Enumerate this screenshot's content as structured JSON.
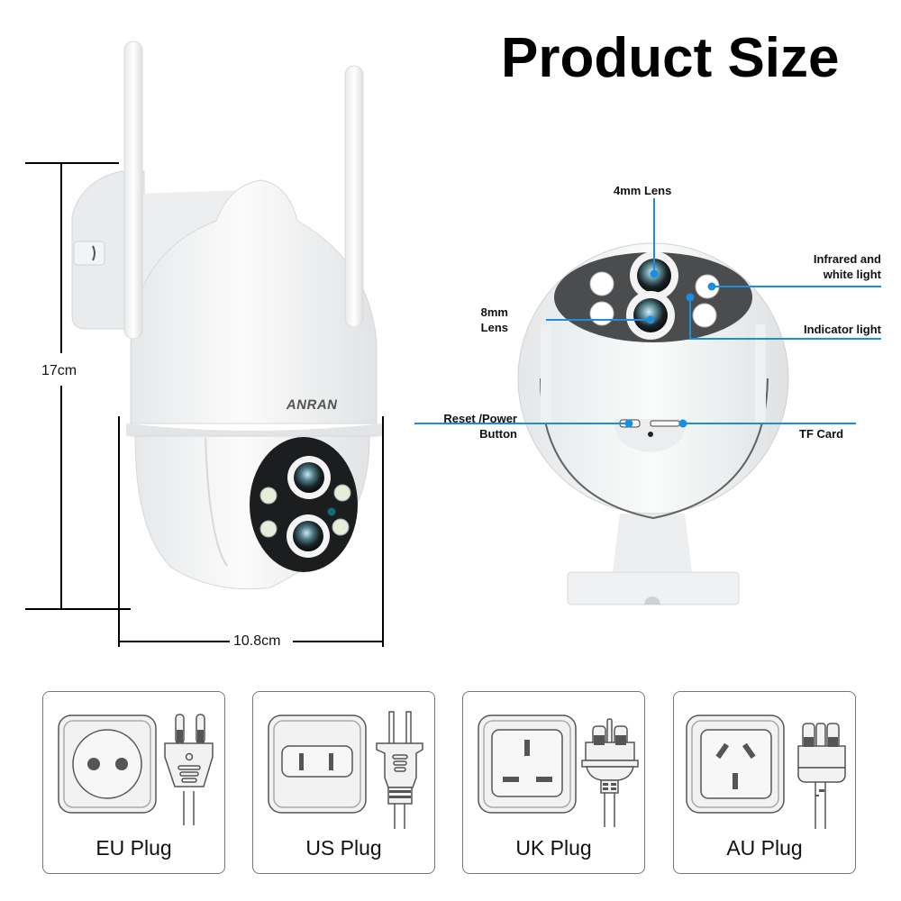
{
  "title": "Product Size",
  "dimensions": {
    "height": "17cm",
    "width": "10.8cm"
  },
  "brand_logo": "ANRAN",
  "callouts": {
    "lens_4mm": "4mm Lens",
    "lens_8mm_line1": "8mm",
    "lens_8mm_line2": "Lens",
    "infrared_line1": "Infrared and",
    "infrared_line2": "white light",
    "indicator": "Indicator light",
    "reset_line1": "Reset /Power",
    "reset_line2": "Button",
    "tf_card": "TF Card"
  },
  "colors": {
    "callout_line": "#1a8fe0",
    "dimension_line": "#000000",
    "card_border": "#777777"
  },
  "plugs": [
    {
      "label": "EU Plug",
      "icon": "eu-plug-icon"
    },
    {
      "label": "US Plug",
      "icon": "us-plug-icon"
    },
    {
      "label": "UK Plug",
      "icon": "uk-plug-icon"
    },
    {
      "label": "AU Plug",
      "icon": "au-plug-icon"
    }
  ]
}
